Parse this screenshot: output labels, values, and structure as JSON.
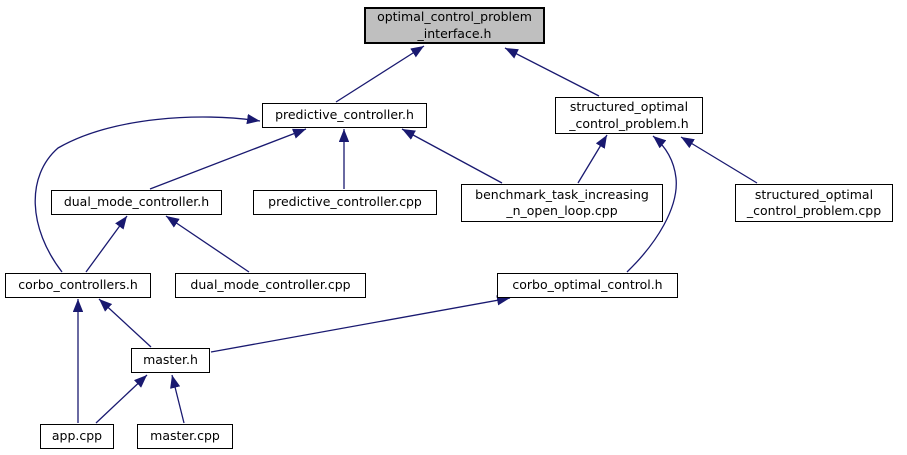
{
  "diagram": {
    "type": "include-dependency-graph",
    "background_color": "#ffffff",
    "edge_color": "#191970",
    "node_border_color": "#000000",
    "highlighted_node_fill": "#bfbfbf",
    "nodes": {
      "optimal_control_problem_interface_h": {
        "label": "optimal_control_problem\n_interface.h",
        "highlighted": true
      },
      "predictive_controller_h": {
        "label": "predictive_controller.h",
        "highlighted": false
      },
      "structured_optimal_control_problem_h": {
        "label": "structured_optimal\n_control_problem.h",
        "highlighted": false
      },
      "dual_mode_controller_h": {
        "label": "dual_mode_controller.h",
        "highlighted": false
      },
      "predictive_controller_cpp": {
        "label": "predictive_controller.cpp",
        "highlighted": false
      },
      "benchmark_task_increasing_n_open_loop_cpp": {
        "label": "benchmark_task_increasing\n_n_open_loop.cpp",
        "highlighted": false
      },
      "structured_optimal_control_problem_cpp": {
        "label": "structured_optimal\n_control_problem.cpp",
        "highlighted": false
      },
      "corbo_controllers_h": {
        "label": "corbo_controllers.h",
        "highlighted": false
      },
      "dual_mode_controller_cpp": {
        "label": "dual_mode_controller.cpp",
        "highlighted": false
      },
      "corbo_optimal_control_h": {
        "label": "corbo_optimal_control.h",
        "highlighted": false
      },
      "master_h": {
        "label": "master.h",
        "highlighted": false
      },
      "app_cpp": {
        "label": "app.cpp",
        "highlighted": false
      },
      "master_cpp": {
        "label": "master.cpp",
        "highlighted": false
      }
    },
    "edges": [
      {
        "from": "predictive_controller_h",
        "to": "optimal_control_problem_interface_h"
      },
      {
        "from": "structured_optimal_control_problem_h",
        "to": "optimal_control_problem_interface_h"
      },
      {
        "from": "corbo_controllers_h",
        "to": "predictive_controller_h"
      },
      {
        "from": "dual_mode_controller_h",
        "to": "predictive_controller_h"
      },
      {
        "from": "predictive_controller_cpp",
        "to": "predictive_controller_h"
      },
      {
        "from": "benchmark_task_increasing_n_open_loop_cpp",
        "to": "predictive_controller_h"
      },
      {
        "from": "benchmark_task_increasing_n_open_loop_cpp",
        "to": "structured_optimal_control_problem_h"
      },
      {
        "from": "corbo_optimal_control_h",
        "to": "structured_optimal_control_problem_h"
      },
      {
        "from": "structured_optimal_control_problem_cpp",
        "to": "structured_optimal_control_problem_h"
      },
      {
        "from": "corbo_controllers_h",
        "to": "dual_mode_controller_h"
      },
      {
        "from": "dual_mode_controller_cpp",
        "to": "dual_mode_controller_h"
      },
      {
        "from": "master_h",
        "to": "corbo_controllers_h"
      },
      {
        "from": "app_cpp",
        "to": "corbo_controllers_h"
      },
      {
        "from": "master_h",
        "to": "corbo_optimal_control_h"
      },
      {
        "from": "app_cpp",
        "to": "master_h"
      },
      {
        "from": "master_cpp",
        "to": "master_h"
      }
    ]
  }
}
